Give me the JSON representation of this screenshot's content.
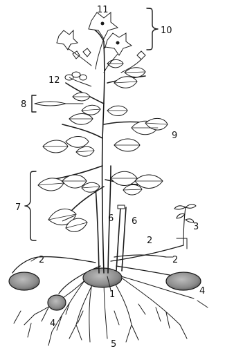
{
  "labels": {
    "l1": "1",
    "l2a": "2",
    "l2b": "2",
    "l2c": "2",
    "l3": "3",
    "l4a": "4",
    "l4b": "4",
    "l5": "5",
    "l6a": "6",
    "l6b": "6",
    "l7": "7",
    "l8": "8",
    "l9": "9",
    "l10": "10",
    "l11": "11",
    "l12": "12"
  },
  "colors": {
    "line": "#1a1a1a",
    "tuber_fill": "#8a8a8a",
    "leaf_fill": "#ffffff",
    "background": "#ffffff"
  }
}
